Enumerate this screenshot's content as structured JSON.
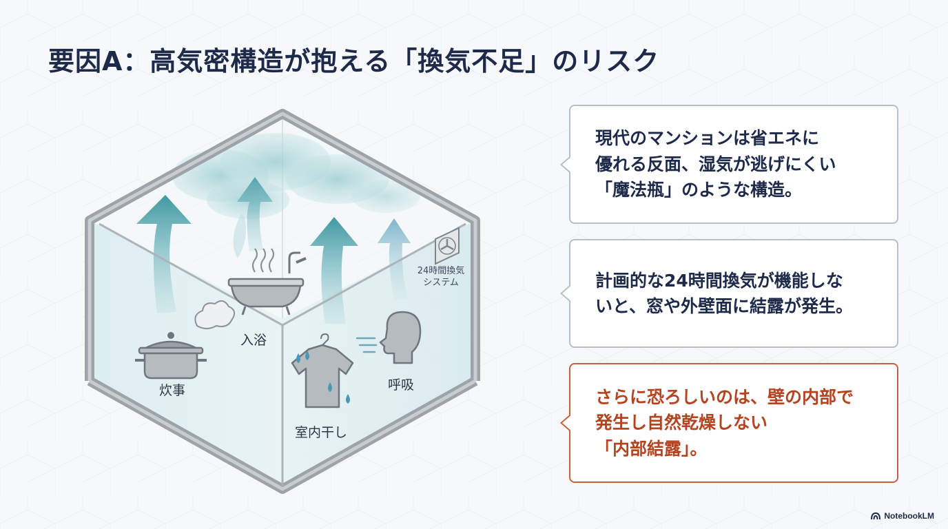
{
  "title": "要因A：高気密構造が抱える「換気不足」のリスク",
  "diagram": {
    "labels": {
      "cooking": "炊事",
      "bathing": "入浴",
      "laundry": "室内干し",
      "breathing": "呼吸",
      "ventilation_line1": "24時間換気",
      "ventilation_line2": "システム"
    },
    "icons": [
      "pot-icon",
      "steam-icon",
      "bathtub-icon",
      "shower-icon",
      "tshirt-icon",
      "water-drop-icon",
      "person-breathing-icon",
      "ventilation-fan-icon",
      "up-arrow-icon"
    ]
  },
  "callouts": [
    {
      "lines": [
        "現代のマンションは省エネに",
        "優れる反面、湿気が逃げにくい",
        "「魔法瓶」のような構造。"
      ]
    },
    {
      "lines": [
        "計画的な24時間換気が機能しな",
        "いと、窓や外壁面に結露が発生。"
      ]
    },
    {
      "lines": [
        "さらに恐ろしいのは、壁の内部で",
        "発生し自然乾燥しない",
        "「内部結露」。"
      ]
    }
  ],
  "brand": {
    "name": "NotebookLM"
  },
  "colors": {
    "title": "#1e2a4a",
    "warning": "#b5431f",
    "warning_border": "#c5623c",
    "callout_border": "#b8bec6",
    "arrow": "#3f98a2",
    "frame": "#9ea3a9"
  }
}
